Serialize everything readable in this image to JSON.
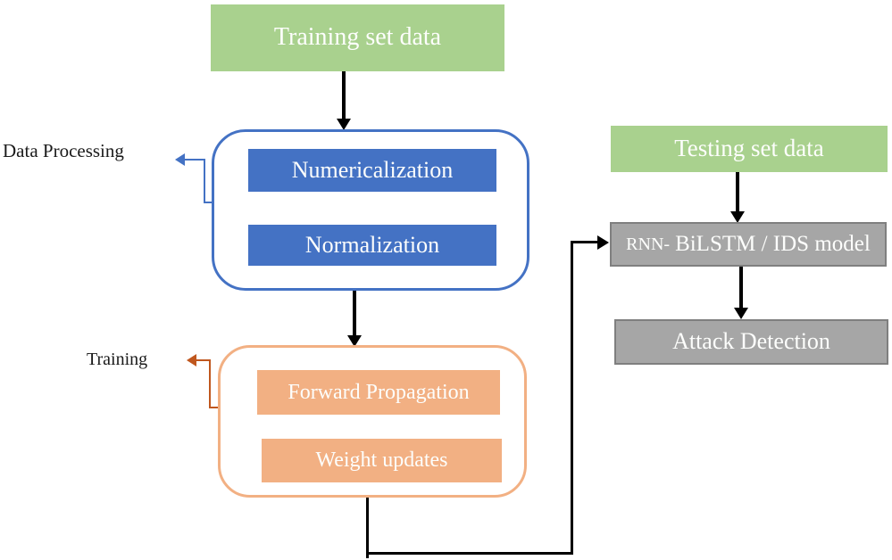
{
  "title": "RNN-BiLSTM IDS model training and testing flowchart",
  "colors": {
    "green_fill": "#A9D18E",
    "blue_fill": "#4472C4",
    "blue_border": "#4472C4",
    "orange_fill": "#F2B083",
    "orange_border": "#F2B083",
    "orange_arrow": "#C0571E",
    "gray_fill": "#A6A6A6",
    "gray_border": "#7F7F7F",
    "black": "#000000",
    "text_light": "#FDFEFC",
    "text_dark": "#1A1A1A"
  },
  "nodes": {
    "training_set_data": "Training set data",
    "numericalization": "Numericalization",
    "normalization": "Normalization",
    "forward_propagation": "Forward Propagation",
    "weight_updates": "Weight updates",
    "testing_set_data": "Testing set data",
    "rnn_model_prefix": "RNN-",
    "rnn_model_rest": "BiLSTM / IDS model",
    "attack_detection": "Attack Detection"
  },
  "labels": {
    "data_processing": "Data Processing",
    "training": "Training"
  }
}
